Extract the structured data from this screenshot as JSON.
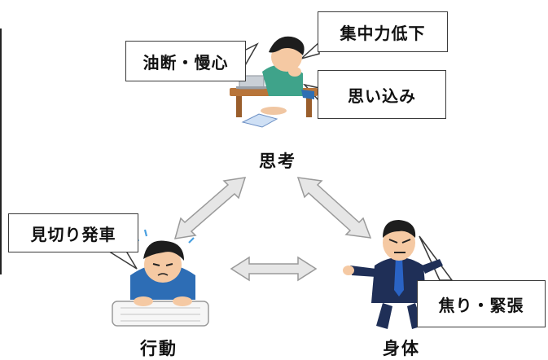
{
  "nodes": {
    "thinking": "思考",
    "action": "行動",
    "body": "身体"
  },
  "callouts": {
    "carelessness": "油断・慢心",
    "concentration_drop": "集中力低下",
    "assumption": "思い込み",
    "rash_start": "見切り発車",
    "impatience_tension": "焦り・緊張"
  },
  "colors": {
    "arrow_fill": "#e6e6e6",
    "arrow_stroke": "#9a9a9a",
    "callout_border": "#3a3a3a"
  }
}
